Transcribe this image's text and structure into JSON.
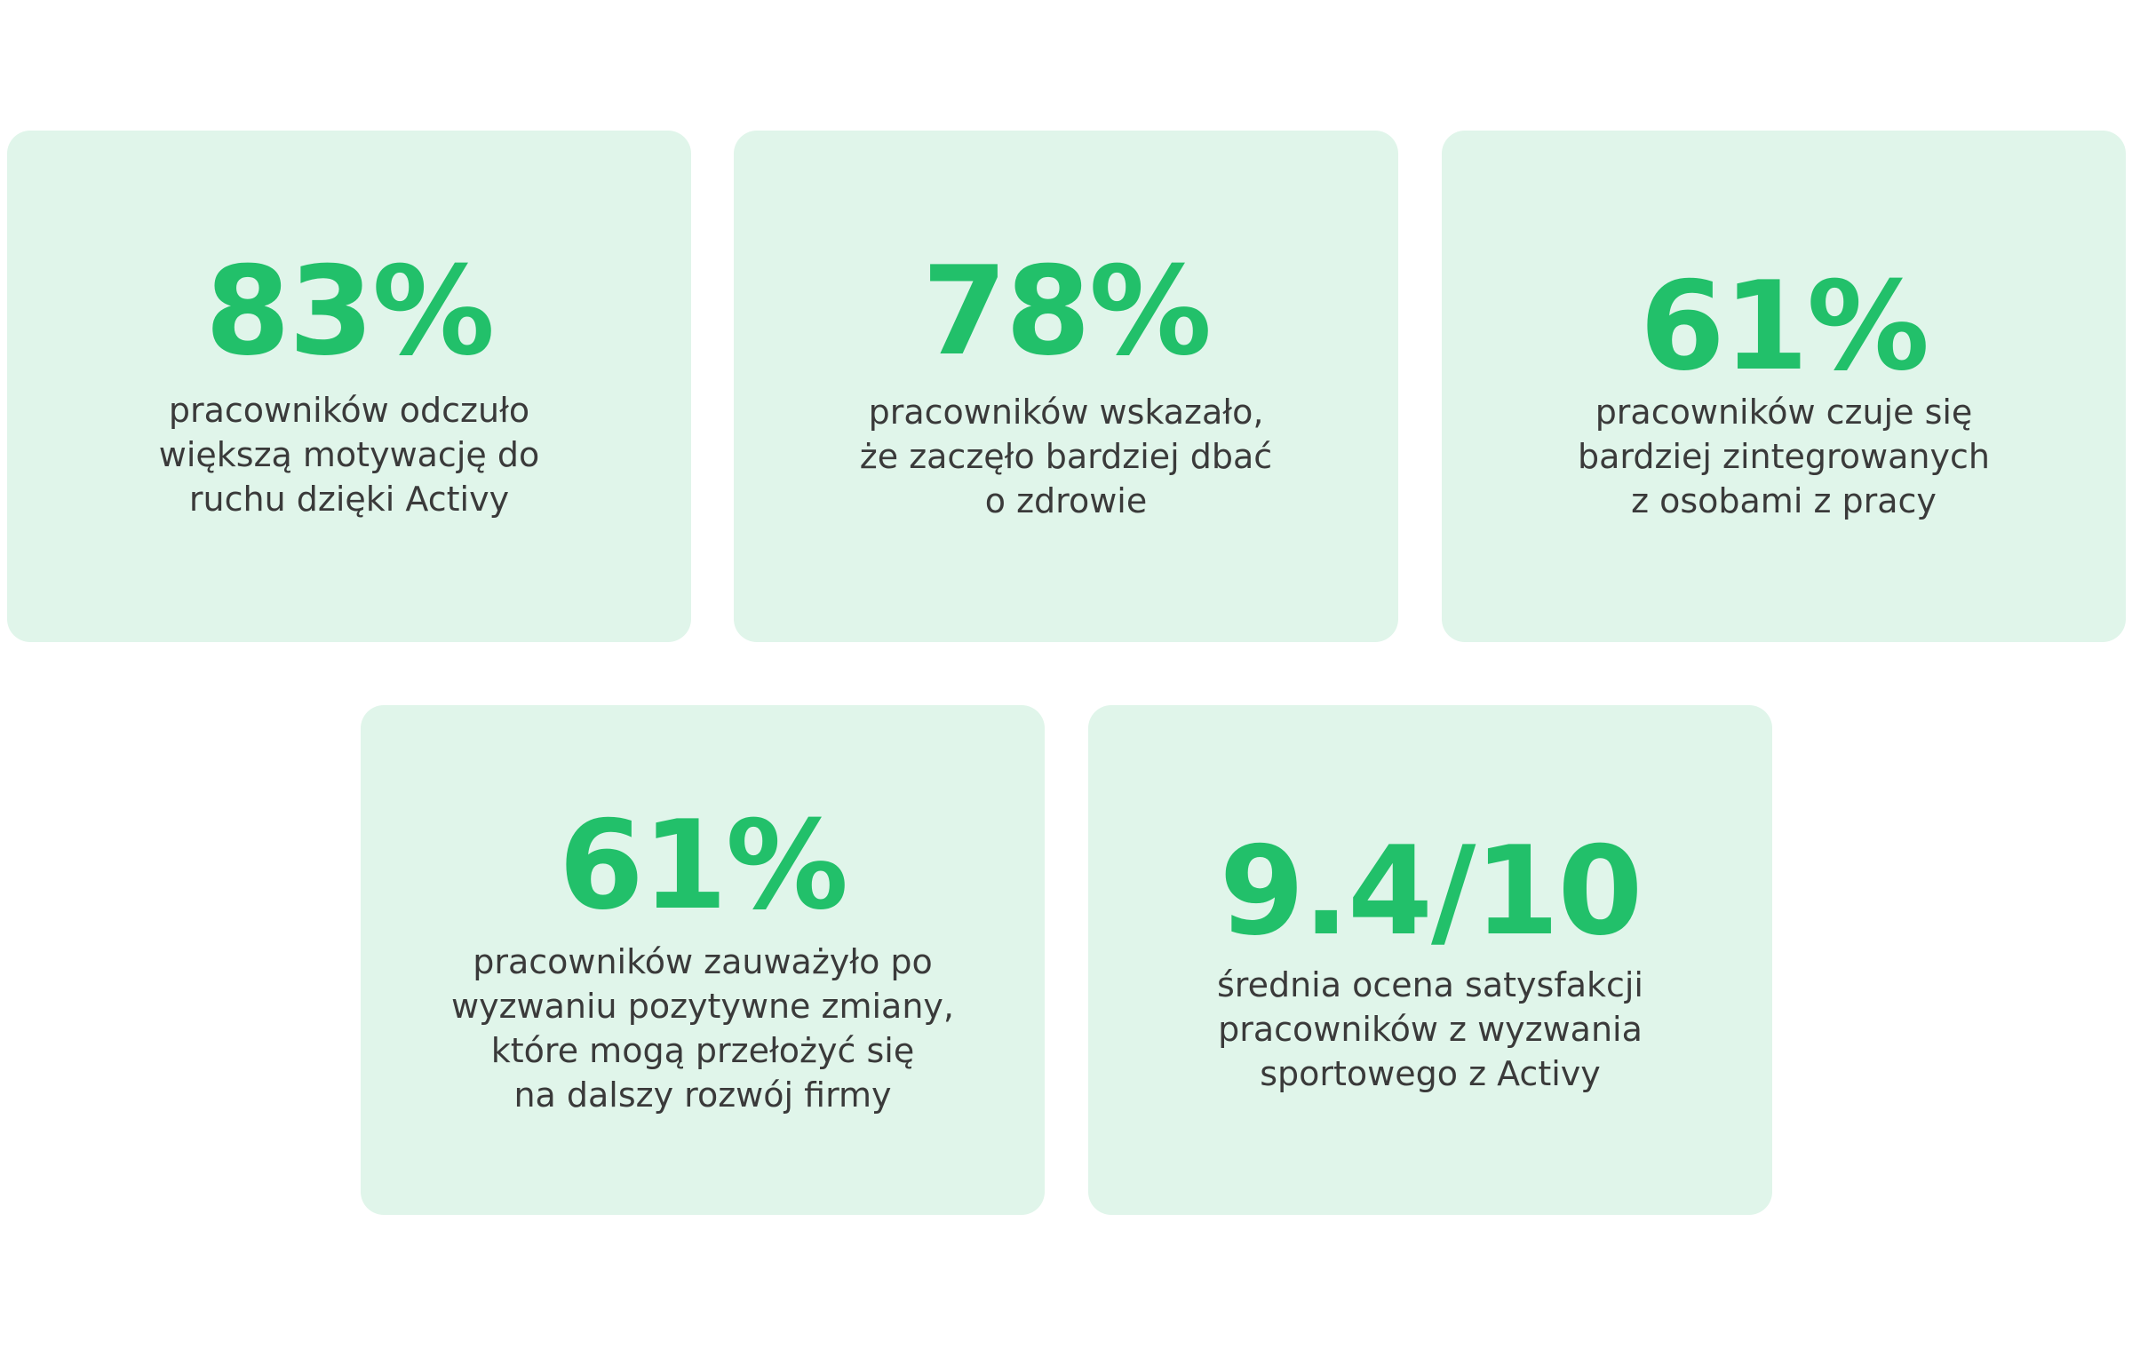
{
  "colors": {
    "card_background": "#e0f5ea",
    "accent": "#22c06a",
    "text": "#3a3a3a",
    "page_background": "#ffffff"
  },
  "cards": [
    {
      "value": "83%",
      "lines": [
        "pracowników odczuło",
        "większą motywację do",
        "ruchu dzięki Activy"
      ]
    },
    {
      "value": "78%",
      "lines": [
        "pracowników wskazało,",
        "że zaczęło bardziej dbać",
        "o zdrowie"
      ]
    },
    {
      "value": "61%",
      "lines": [
        "pracowników czuje się",
        "bardziej zintegrowanych",
        "z osobami z pracy"
      ]
    },
    {
      "value": "61%",
      "lines": [
        "pracowników zauważyło po",
        "wyzwaniu pozytywne zmiany,",
        "które mogą przełożyć się",
        "na dalszy rozwój firmy"
      ]
    },
    {
      "value": "9.4/10",
      "lines": [
        "średnia ocena satysfakcji",
        "pracowników z wyzwania",
        "sportowego z Activy"
      ]
    }
  ]
}
